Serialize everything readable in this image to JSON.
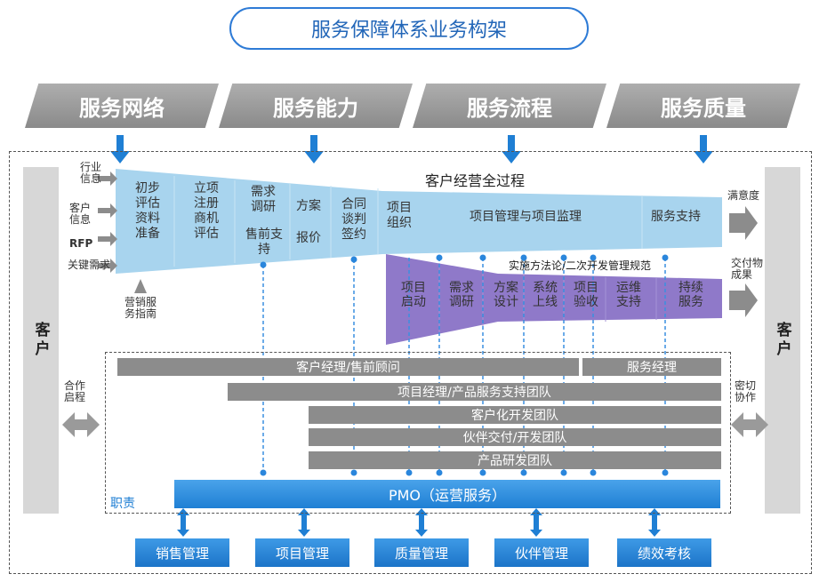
{
  "title": "服务保障体系业务构架",
  "banners": [
    "服务网络",
    "服务能力",
    "服务流程",
    "服务质量"
  ],
  "customer_left": "客户",
  "customer_right": "客户",
  "inputs": [
    "行业信息",
    "客户信息",
    "RFP",
    "关键需求"
  ],
  "marketing_guide": "营销服务指南",
  "process_title": "客户经营全过程",
  "upper_phases": {
    "p1": "初步评估资料准备",
    "p2": "立项注册商机评估",
    "p3a": "需求调研",
    "p3b": "售前支持",
    "p4a": "方案",
    "p4b": "报价",
    "p5": "合同谈判签约",
    "p6": "项目组织",
    "p7": "项目管理与项目监理",
    "p8": "服务支持"
  },
  "methodology": "实施方法论/二次开发管理规范",
  "lower_phases": [
    "项目启动",
    "需求调研",
    "方案设计",
    "系统上线",
    "项目验收",
    "运维支持",
    "持续服务"
  ],
  "outputs": {
    "satisfaction": "满意度",
    "deliverables": "交付物成果"
  },
  "cooperation_left": "合作启程",
  "cooperation_right": "密切协作",
  "roles": {
    "r1": "客户经理/售前顾问",
    "r1b": "服务经理",
    "r2": "项目经理/产品服务支持团队",
    "r3": "客户化开发团队",
    "r4": "伙伴交付/开发团队",
    "r5": "产品研发团队"
  },
  "responsibility_label": "职责",
  "pmo": "PMO（运营服务）",
  "management": [
    "销售管理",
    "项目管理",
    "质量管理",
    "伙伴管理",
    "绩效考核"
  ],
  "colors": {
    "blue": "#1f7fd4",
    "light_blue": "#a8d4ee",
    "purple": "#8f79c9",
    "grey": "#8c8c8c"
  }
}
